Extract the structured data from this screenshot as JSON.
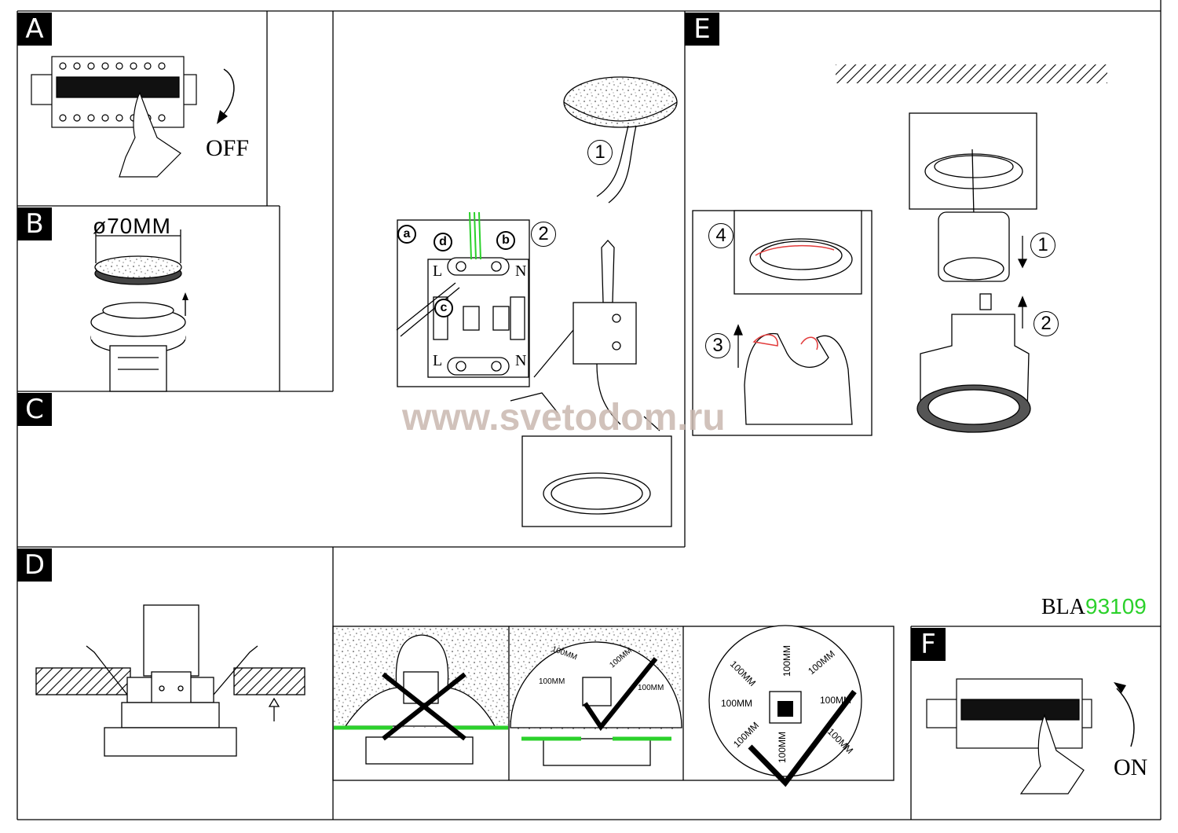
{
  "panels": {
    "a": {
      "tag": "A",
      "state_label": "OFF"
    },
    "b": {
      "tag": "B",
      "diameter_label": "ø70MM"
    },
    "c": {
      "tag": "C"
    },
    "d": {
      "tag": "D"
    },
    "e": {
      "tag": "E"
    },
    "f": {
      "tag": "F",
      "state_label": "ON"
    }
  },
  "wiring": {
    "markers": [
      "a",
      "d",
      "b",
      "c"
    ],
    "terminal_left": "L",
    "terminal_right": "N",
    "step1": "1",
    "step2": "2"
  },
  "removal": {
    "step1": "1",
    "step2": "2",
    "step3": "3",
    "step4": "4"
  },
  "clearance": {
    "label": "100MM"
  },
  "watermark": "www.svetodom.ru",
  "model": {
    "prefix": "BLA",
    "number": "93109",
    "number_color": "#2bd12b"
  },
  "colors": {
    "accent_green": "#2bd12b",
    "accent_red": "#e23b3b",
    "watermark": "#c9b8b0"
  }
}
